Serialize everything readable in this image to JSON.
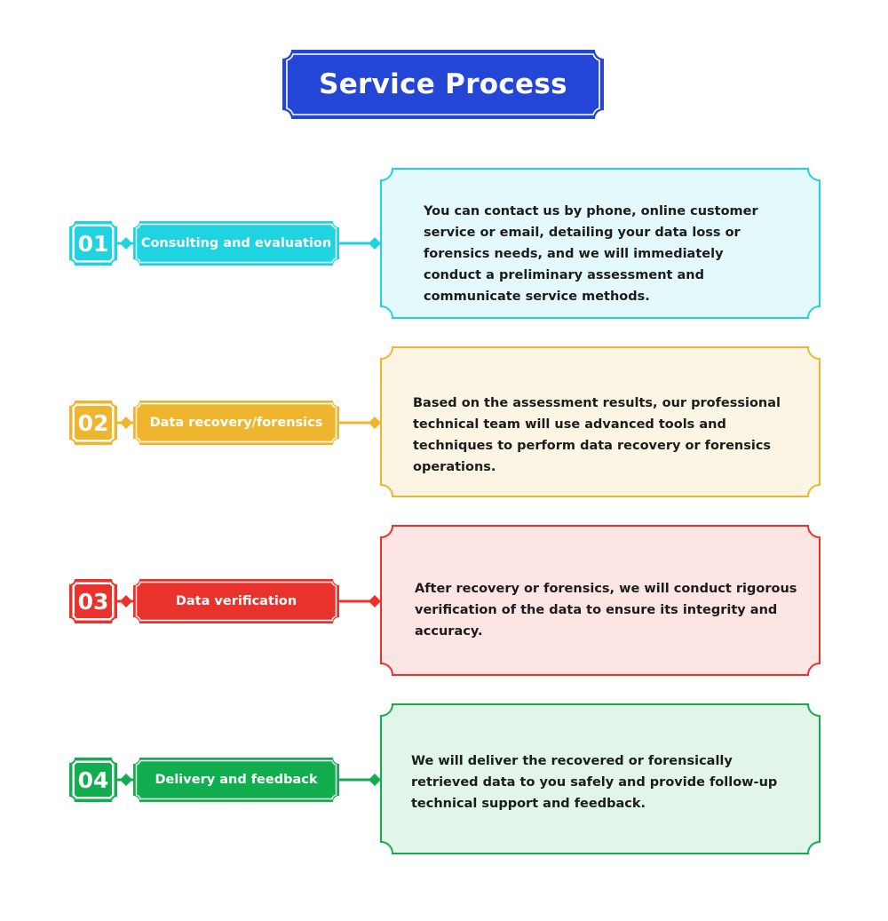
{
  "title": "Service Process",
  "colors": {
    "title": "#2446d6",
    "cyan": "#1fd3e0",
    "cyan_bg": "#e3f9fb",
    "yellow": "#f0b52f",
    "yellow_bg": "#fdf5e4",
    "red": "#e8322b",
    "red_bg": "#fde5e4",
    "green": "#12ad4f",
    "green_bg": "#e1f5e8"
  },
  "steps": [
    {
      "number": "01",
      "label": "Consulting and evaluation",
      "description": "You can contact us by phone, online customer service or email, detailing your data loss or forensics needs, and we will immediately conduct a preliminary assessment and communicate service methods.",
      "color": "#1fd3e0",
      "bg": "#e3f9fb"
    },
    {
      "number": "02",
      "label": "Data recovery/forensics",
      "description": "Based on the assessment results, our professional technical team will use advanced tools and techniques to perform data recovery or forensics operations.",
      "color": "#f0b52f",
      "bg": "#fdf5e4"
    },
    {
      "number": "03",
      "label": "Data verification",
      "description": "After recovery or forensics, we will conduct rigorous verification of the data to ensure its integrity and accuracy.",
      "color": "#e8322b",
      "bg": "#fde5e4"
    },
    {
      "number": "04",
      "label": "Delivery and feedback",
      "description": "We will deliver the recovered or forensically retrieved data to you safely and provide follow-up technical support and feedback.",
      "color": "#12ad4f",
      "bg": "#e1f5e8"
    }
  ]
}
